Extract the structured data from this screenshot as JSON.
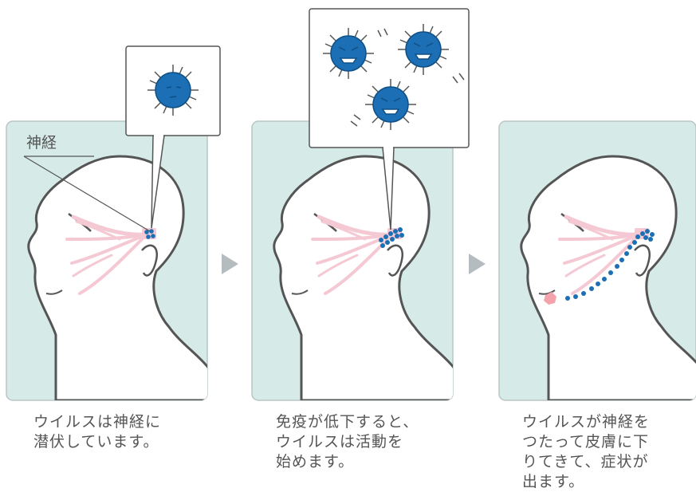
{
  "colors": {
    "panel_bg": "#d6ebe7",
    "panel_border": "#b8c6c3",
    "nerve": "#f5c9d4",
    "virus": "#1c6fb4",
    "arrow": "#b5bcbf",
    "blister": "#f4a2ab",
    "outline": "#555555"
  },
  "labels": {
    "nerve": "神経"
  },
  "steps": [
    {
      "caption": "ウイルスは神経に\n潜伏しています。"
    },
    {
      "caption": "免疫が低下すると、\nウイルスは活動を\n始めます。"
    },
    {
      "caption": "ウイルスが神経を\nつたって皮膚に下\nりてきて、症状が\n出ます。"
    }
  ],
  "icons": [
    "virus-icon",
    "head-icon",
    "arrow-right-icon"
  ]
}
